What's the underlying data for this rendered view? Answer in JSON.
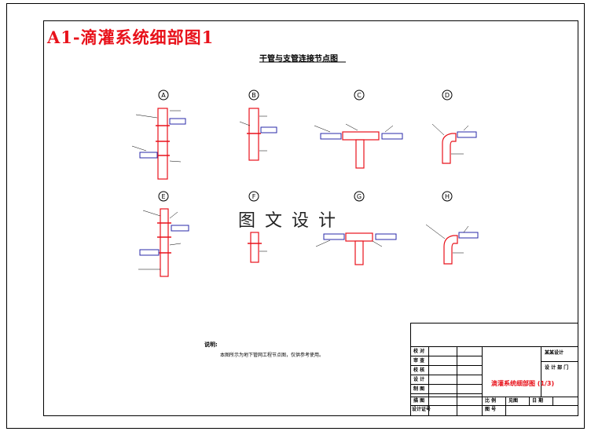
{
  "sheet_title": "A1-滴灌系统细部图1",
  "diagram_title": "干管与支管连接节点图",
  "watermark": "图文设计",
  "nodes": [
    {
      "id": "A",
      "symbol": "A"
    },
    {
      "id": "B",
      "symbol": "B"
    },
    {
      "id": "C",
      "symbol": "C"
    },
    {
      "id": "D",
      "symbol": "D"
    },
    {
      "id": "E",
      "symbol": "E"
    },
    {
      "id": "F",
      "symbol": "F"
    },
    {
      "id": "G",
      "symbol": "G"
    },
    {
      "id": "H",
      "symbol": "H"
    }
  ],
  "note": {
    "title": "说明:",
    "body": "本图所示为地下管网工程节点图，仅供参考使用。"
  },
  "title_block": {
    "rows_left": [
      "校 对",
      "审 查",
      "校 核",
      "设 计",
      "制 图",
      "描 图",
      "设计证号"
    ],
    "company_line1": "某某设计",
    "company_line2": "设 计 部 门",
    "drawing_name": "滴灌系统细部图 (1/3)",
    "scale_label": "比 例",
    "scale_value": "见图",
    "date_label": "日 期",
    "sheet_no_label": "图 号"
  },
  "colors": {
    "pipe_red": "#e8121b",
    "pipe_blue": "#2a2aa8",
    "frame": "#000000"
  }
}
